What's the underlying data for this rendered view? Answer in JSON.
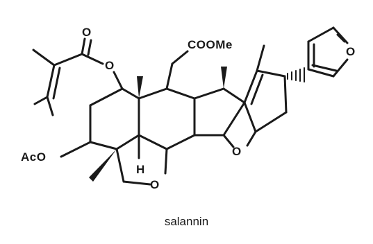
{
  "compound_name": "salannin",
  "labels": {
    "methyl_ester": "COOMe",
    "acetoxy": "AcO",
    "ring_hydrogen": "H",
    "furan_oxygen": "O",
    "ester_carbonyl_oxygen": "O",
    "ester_link_oxygen": "O",
    "ether_oxygen_center": "O",
    "ether_oxygen_bottom": "O"
  },
  "colors": {
    "ink": "#1a1a1a",
    "background": "#ffffff"
  }
}
